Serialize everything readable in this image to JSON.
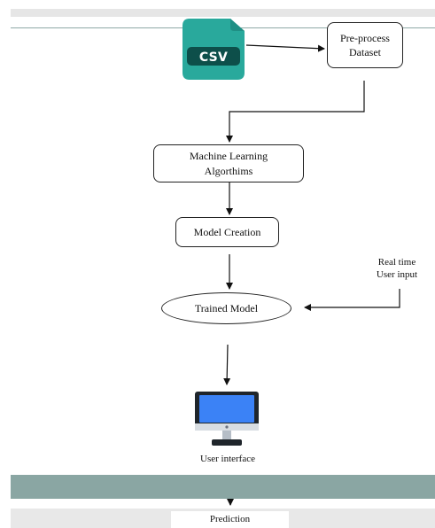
{
  "diagram": {
    "nodes": {
      "csv_icon": {
        "text": "CSV",
        "icon": "csv-file-icon"
      },
      "preprocess": {
        "label": "Pre-process\nDataset"
      },
      "ml_algorithms": {
        "label": "Machine Learning\nAlgorthims"
      },
      "model_creation": {
        "label": "Model Creation"
      },
      "trained_model": {
        "label": "Trained Model"
      },
      "realtime_input": {
        "label": "Real time\nUser input"
      },
      "user_interface": {
        "label": "User interface",
        "icon": "monitor-icon"
      },
      "prediction": {
        "label": "Prediction"
      }
    },
    "edges": [
      {
        "from": "csv_icon",
        "to": "preprocess"
      },
      {
        "from": "preprocess",
        "to": "ml_algorithms"
      },
      {
        "from": "ml_algorithms",
        "to": "model_creation"
      },
      {
        "from": "model_creation",
        "to": "trained_model"
      },
      {
        "from": "realtime_input",
        "to": "trained_model"
      },
      {
        "from": "trained_model",
        "to": "user_interface"
      },
      {
        "from": "user_interface",
        "to": "prediction"
      }
    ]
  },
  "colors": {
    "csv_tile": "#29a99c",
    "csv_label_band": "#0d4f4a",
    "footer_band": "#8aa6a3",
    "monitor_screen": "#3b82f6"
  }
}
